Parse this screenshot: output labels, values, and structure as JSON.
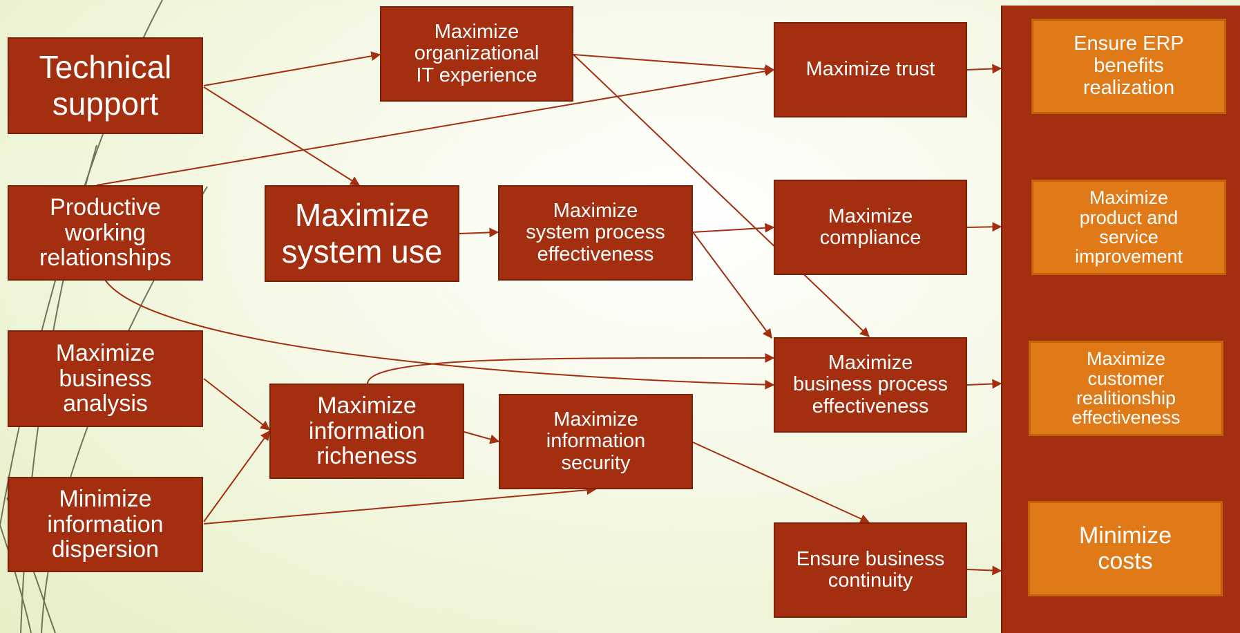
{
  "nodes": {
    "technical_support": "Technical\nsupport",
    "productive_relationships": "Productive\nworking\nrelationships",
    "max_business_analysis": "Maximize\nbusiness\nanalysis",
    "min_info_dispersion": "Minimize\ninformation\ndispersion",
    "max_org_it_experience": "Maximize\norganizational\nIT experience",
    "max_system_use": "Maximize\nsystem use",
    "max_info_richness": "Maximize\ninformation\nricheness",
    "max_system_process": "Maximize\nsystem process\neffectiveness",
    "max_info_security": "Maximize\ninformation\nsecurity",
    "max_trust": "Maximize trust",
    "max_compliance": "Maximize\ncompliance",
    "max_business_process": "Maximize\nbusiness process\neffectiveness",
    "ensure_business_continuity": "Ensure business\ncontinuity"
  },
  "outcomes": {
    "erp_benefits": "Ensure ERP\nbenefits\nrealization",
    "product_service": "Maximize\nproduct and\nservice\nimprovement",
    "customer_relationship": "Maximize\ncustomer\nrealitionship\neffectiveness",
    "min_costs": "Minimize\ncosts"
  },
  "edges": [
    [
      "technical_support",
      "max_org_it_experience"
    ],
    [
      "technical_support",
      "max_system_use"
    ],
    [
      "productive_relationships",
      "max_trust"
    ],
    [
      "productive_relationships",
      "max_business_process"
    ],
    [
      "max_business_analysis",
      "max_info_richness"
    ],
    [
      "min_info_dispersion",
      "max_info_richness"
    ],
    [
      "min_info_dispersion",
      "max_info_security"
    ],
    [
      "max_org_it_experience",
      "max_trust"
    ],
    [
      "max_org_it_experience",
      "max_business_process"
    ],
    [
      "max_system_use",
      "max_system_process"
    ],
    [
      "max_system_process",
      "max_compliance"
    ],
    [
      "max_system_process",
      "max_business_process"
    ],
    [
      "max_info_richness",
      "max_info_security"
    ],
    [
      "max_info_richness",
      "max_business_process"
    ],
    [
      "max_info_security",
      "ensure_business_continuity"
    ],
    [
      "max_trust",
      "outcomes_panel"
    ],
    [
      "max_compliance",
      "outcomes_panel"
    ],
    [
      "max_business_process",
      "outcomes_panel"
    ],
    [
      "ensure_business_continuity",
      "outcomes_panel"
    ]
  ],
  "colors": {
    "box": "#a32e10",
    "outcome_box": "#e07a19",
    "arrow": "#a32e10"
  }
}
